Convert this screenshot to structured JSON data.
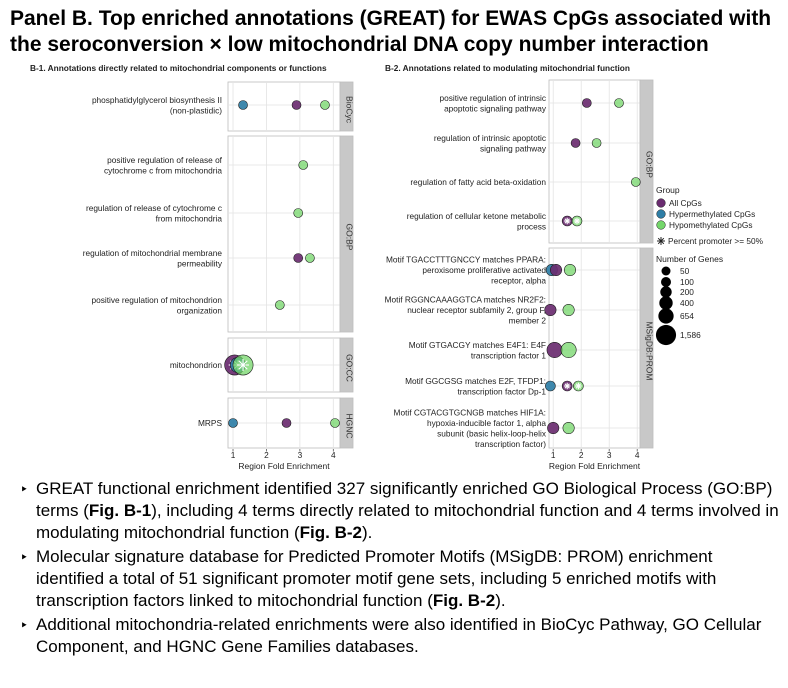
{
  "title": {
    "line1": "Panel B. Top enriched annotations (GREAT) for EWAS CpGs associated with",
    "line2": "the seroconversion × low mitochondrial DNA copy number interaction"
  },
  "colors": {
    "all": "#6a2c70",
    "hyper": "#2e7ea6",
    "hypo": "#74d66a",
    "strip": "#c8c8c8",
    "grid": "#e3e3e3",
    "panel_border": "#bdbdbd"
  },
  "chart_data": [
    {
      "type": "scatter",
      "title": "B-1. Annotations directly related to mitochondrial components or functions",
      "xlabel": "Region Fold Enrichment",
      "xticks": [
        1,
        2,
        3,
        4
      ],
      "xlim": [
        0.85,
        4.2
      ],
      "facets": [
        {
          "name": "BioCyc",
          "rows": [
            {
              "label": [
                "phosphatidylglycerol biosynthesis II",
                "(non-plastidic)"
              ],
              "points": [
                {
                  "group": "hyper",
                  "x": 1.3,
                  "size": 50,
                  "promoter": false
                },
                {
                  "group": "all",
                  "x": 2.9,
                  "size": 50,
                  "promoter": false
                },
                {
                  "group": "hypo",
                  "x": 3.75,
                  "size": 50,
                  "promoter": false
                }
              ]
            }
          ]
        },
        {
          "name": "GO:BP",
          "rows": [
            {
              "label": [
                "positive regulation of release of",
                "cytochrome c from mitochondria"
              ],
              "points": [
                {
                  "group": "hypo",
                  "x": 3.1,
                  "size": 50,
                  "promoter": false
                }
              ]
            },
            {
              "label": [
                "regulation of release of cytochrome c",
                "from mitochondria"
              ],
              "points": [
                {
                  "group": "hypo",
                  "x": 2.95,
                  "size": 50,
                  "promoter": false
                }
              ]
            },
            {
              "label": [
                "regulation of mitochondrial membrane",
                "permeability"
              ],
              "points": [
                {
                  "group": "all",
                  "x": 2.95,
                  "size": 50,
                  "promoter": false
                },
                {
                  "group": "hypo",
                  "x": 3.3,
                  "size": 50,
                  "promoter": false
                }
              ]
            },
            {
              "label": [
                "positive regulation of mitochondrion",
                "organization"
              ],
              "points": [
                {
                  "group": "hypo",
                  "x": 2.4,
                  "size": 50,
                  "promoter": false
                }
              ]
            }
          ]
        },
        {
          "name": "GO:CC",
          "rows": [
            {
              "label": [
                "mitochondrion"
              ],
              "points": [
                {
                  "group": "all",
                  "x": 1.05,
                  "size": 1586,
                  "promoter": true
                },
                {
                  "group": "hyper",
                  "x": 1.15,
                  "size": 654,
                  "promoter": true
                },
                {
                  "group": "hypo",
                  "x": 1.3,
                  "size": 1586,
                  "promoter": true
                }
              ]
            }
          ]
        },
        {
          "name": "HGNC",
          "rows": [
            {
              "label": [
                "MRPS"
              ],
              "points": [
                {
                  "group": "hyper",
                  "x": 1.0,
                  "size": 50,
                  "promoter": false
                },
                {
                  "group": "all",
                  "x": 2.6,
                  "size": 50,
                  "promoter": false
                },
                {
                  "group": "hypo",
                  "x": 4.05,
                  "size": 50,
                  "promoter": false
                }
              ]
            }
          ]
        }
      ]
    },
    {
      "type": "scatter",
      "title": "B-2. Annotations related to modulating mitochondrial function",
      "xlabel": "Region Fold Enrichment",
      "xticks": [
        1,
        2,
        3,
        4
      ],
      "xlim": [
        0.85,
        4.1
      ],
      "facets": [
        {
          "name": "GO:BP",
          "rows": [
            {
              "label": [
                "positive regulation of intrinsic",
                "apoptotic signaling pathway"
              ],
              "points": [
                {
                  "group": "all",
                  "x": 2.2,
                  "size": 50,
                  "promoter": false
                },
                {
                  "group": "hypo",
                  "x": 3.35,
                  "size": 50,
                  "promoter": false
                }
              ]
            },
            {
              "label": [
                "regulation of intrinsic apoptotic",
                "signaling pathway"
              ],
              "points": [
                {
                  "group": "all",
                  "x": 1.8,
                  "size": 50,
                  "promoter": false
                },
                {
                  "group": "hypo",
                  "x": 2.55,
                  "size": 50,
                  "promoter": false
                }
              ]
            },
            {
              "label": [
                "regulation of fatty acid beta-oxidation"
              ],
              "points": [
                {
                  "group": "hypo",
                  "x": 3.95,
                  "size": 50,
                  "promoter": false
                }
              ]
            },
            {
              "label": [
                "regulation of cellular ketone metabolic",
                "process"
              ],
              "points": [
                {
                  "group": "all",
                  "x": 1.5,
                  "size": 100,
                  "promoter": true
                },
                {
                  "group": "hypo",
                  "x": 1.85,
                  "size": 100,
                  "promoter": true
                }
              ]
            }
          ]
        },
        {
          "name": "MSigDB:PROM",
          "rows": [
            {
              "label": [
                "Motif TGACCTTTGNCCY matches PPARA:",
                "peroxisome proliferative activated",
                "receptor, alpha"
              ],
              "points": [
                {
                  "group": "hyper",
                  "x": 0.95,
                  "size": 200,
                  "promoter": false
                },
                {
                  "group": "all",
                  "x": 1.1,
                  "size": 200,
                  "promoter": false
                },
                {
                  "group": "hypo",
                  "x": 1.6,
                  "size": 200,
                  "promoter": false
                }
              ]
            },
            {
              "label": [
                "Motif RGGNCAAAGGTCA matches NR2F2:",
                "nuclear receptor subfamily 2, group F,",
                "member 2"
              ],
              "points": [
                {
                  "group": "all",
                  "x": 0.9,
                  "size": 200,
                  "promoter": false
                },
                {
                  "group": "hypo",
                  "x": 1.55,
                  "size": 200,
                  "promoter": false
                }
              ]
            },
            {
              "label": [
                "Motif GTGACGY matches E4F1: E4F",
                "transcription factor 1"
              ],
              "points": [
                {
                  "group": "all",
                  "x": 1.05,
                  "size": 654,
                  "promoter": false
                },
                {
                  "group": "hypo",
                  "x": 1.55,
                  "size": 654,
                  "promoter": false
                }
              ]
            },
            {
              "label": [
                "Motif GGCGSG matches E2F, TFDP1:",
                "transcription factor Dp-1"
              ],
              "points": [
                {
                  "group": "hyper",
                  "x": 0.9,
                  "size": 100,
                  "promoter": false
                },
                {
                  "group": "all",
                  "x": 1.5,
                  "size": 100,
                  "promoter": true
                },
                {
                  "group": "hypo",
                  "x": 1.9,
                  "size": 100,
                  "promoter": true
                }
              ]
            },
            {
              "label": [
                "Motif CGTACGTGCNGB matches HIF1A:",
                "hypoxia-inducible factor 1, alpha",
                "subunit (basic helix-loop-helix",
                "transcription factor)"
              ],
              "points": [
                {
                  "group": "all",
                  "x": 1.0,
                  "size": 200,
                  "promoter": false
                },
                {
                  "group": "hypo",
                  "x": 1.55,
                  "size": 200,
                  "promoter": false
                }
              ]
            }
          ]
        }
      ]
    }
  ],
  "legend": {
    "group_title": "Group",
    "groups": [
      {
        "key": "all",
        "label": "All CpGs"
      },
      {
        "key": "hyper",
        "label": "Hypermethylated CpGs"
      },
      {
        "key": "hypo",
        "label": "Hypomethylated CpGs"
      }
    ],
    "promoter_label": "Percent promoter >= 50%",
    "size_title": "Number of Genes",
    "sizes": [
      {
        "value": 50,
        "label": "50"
      },
      {
        "value": 100,
        "label": "100"
      },
      {
        "value": 200,
        "label": "200"
      },
      {
        "value": 400,
        "label": "400"
      },
      {
        "value": 654,
        "label": "654"
      },
      {
        "value": 1586,
        "label": "1,586"
      }
    ]
  },
  "bullets": [
    {
      "p1": "GREAT functional enrichment identified 327 significantly enriched GO Biological Process (GO:BP) terms (",
      "b1": "Fig. B-1",
      "p2": "), including 4 terms directly related to mitochondrial function and 4 terms involved in modulating mitochondrial function (",
      "b2": "Fig. B-2",
      "p3": ")."
    },
    {
      "p1": "Molecular signature database for Predicted Promoter Motifs (MSigDB: PROM) enrichment identified a total of 51 significant promoter motif gene sets, including 5 enriched motifs with transcription factors linked to mitochondrial function (",
      "b1": "Fig. B-2",
      "p2": ")."
    },
    {
      "p1": "Additional mitochondria-related enrichments were also identified in BioCyc Pathway, GO Cellular Component, and HGNC Gene Families databases."
    }
  ]
}
